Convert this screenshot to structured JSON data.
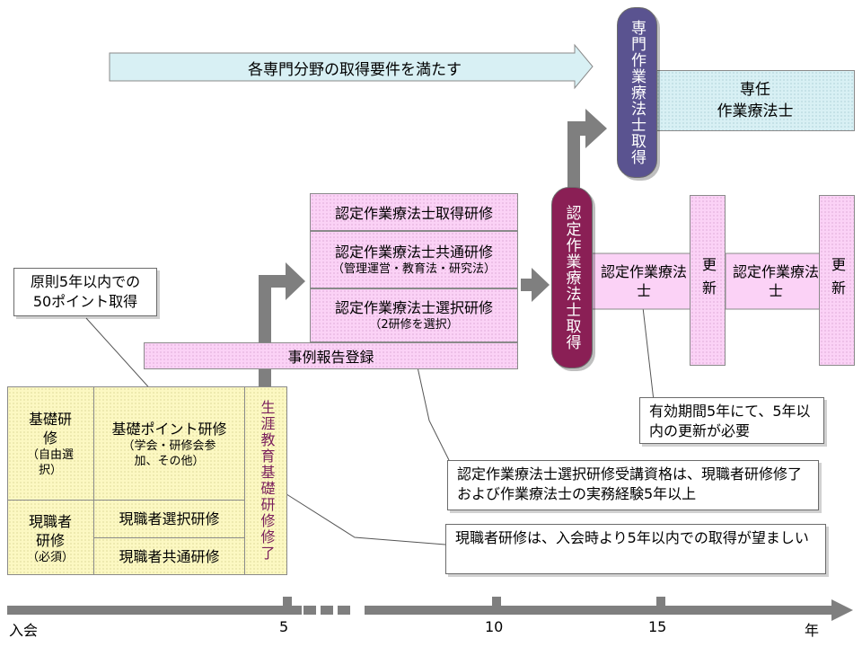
{
  "top": {
    "arrow_label": "各専門分野の取得要件を満たす",
    "specialist_acquired": "専門作業療法士取得",
    "senin_line1": "専任",
    "senin_line2": "作業療法士"
  },
  "courses": {
    "acquisition": "認定作業療法士取得研修",
    "common": "認定作業療法士共通研修",
    "common_sub": "（管理運営・教育法・研究法）",
    "elective": "認定作業療法士選択研修",
    "elective_sub": "（2研修を選択）",
    "case_report": "事例報告登録"
  },
  "certified": {
    "acquired": "認定作業療法士取得",
    "certified_1": "認定作業療法士",
    "renewal_1": "更新",
    "certified_2": "認定作業療法士",
    "renewal_2": "更新"
  },
  "left_table": {
    "basic_label": "基礎研修",
    "basic_sub": "（自由選択）",
    "basic_point": "基礎ポイント研修",
    "basic_point_sub": "（学会・研修会参加、その他）",
    "current_label": "現職者研修",
    "current_sub": "（必須）",
    "current_elective": "現職者選択研修",
    "current_common": "現職者共通研修",
    "lifelong": "生涯教育基礎研修修了"
  },
  "notes": {
    "points": "原則5年以内での50ポイント取得",
    "validity": "有効期間5年にて、5年以内の更新が必要",
    "elective_qual": "認定作業療法士選択研修受講資格は、現職者研修修了および作業療法士の実務経験5年以上",
    "current_recommend": "現職者研修は、入会時より5年以内での取得が望ましい"
  },
  "timeline": {
    "start": "入会",
    "t5": "5",
    "t10": "10",
    "t15": "15",
    "unit": "年"
  },
  "colors": {
    "pink": "#fbd2f6",
    "cyan": "#d8f0f4",
    "yellow": "#fcf8c2",
    "purple_text": "#7a1f5c",
    "maroon_pill": "#8a1f55",
    "navy_pill": "#5a5390",
    "arrow_gray": "#7f7f7f"
  }
}
